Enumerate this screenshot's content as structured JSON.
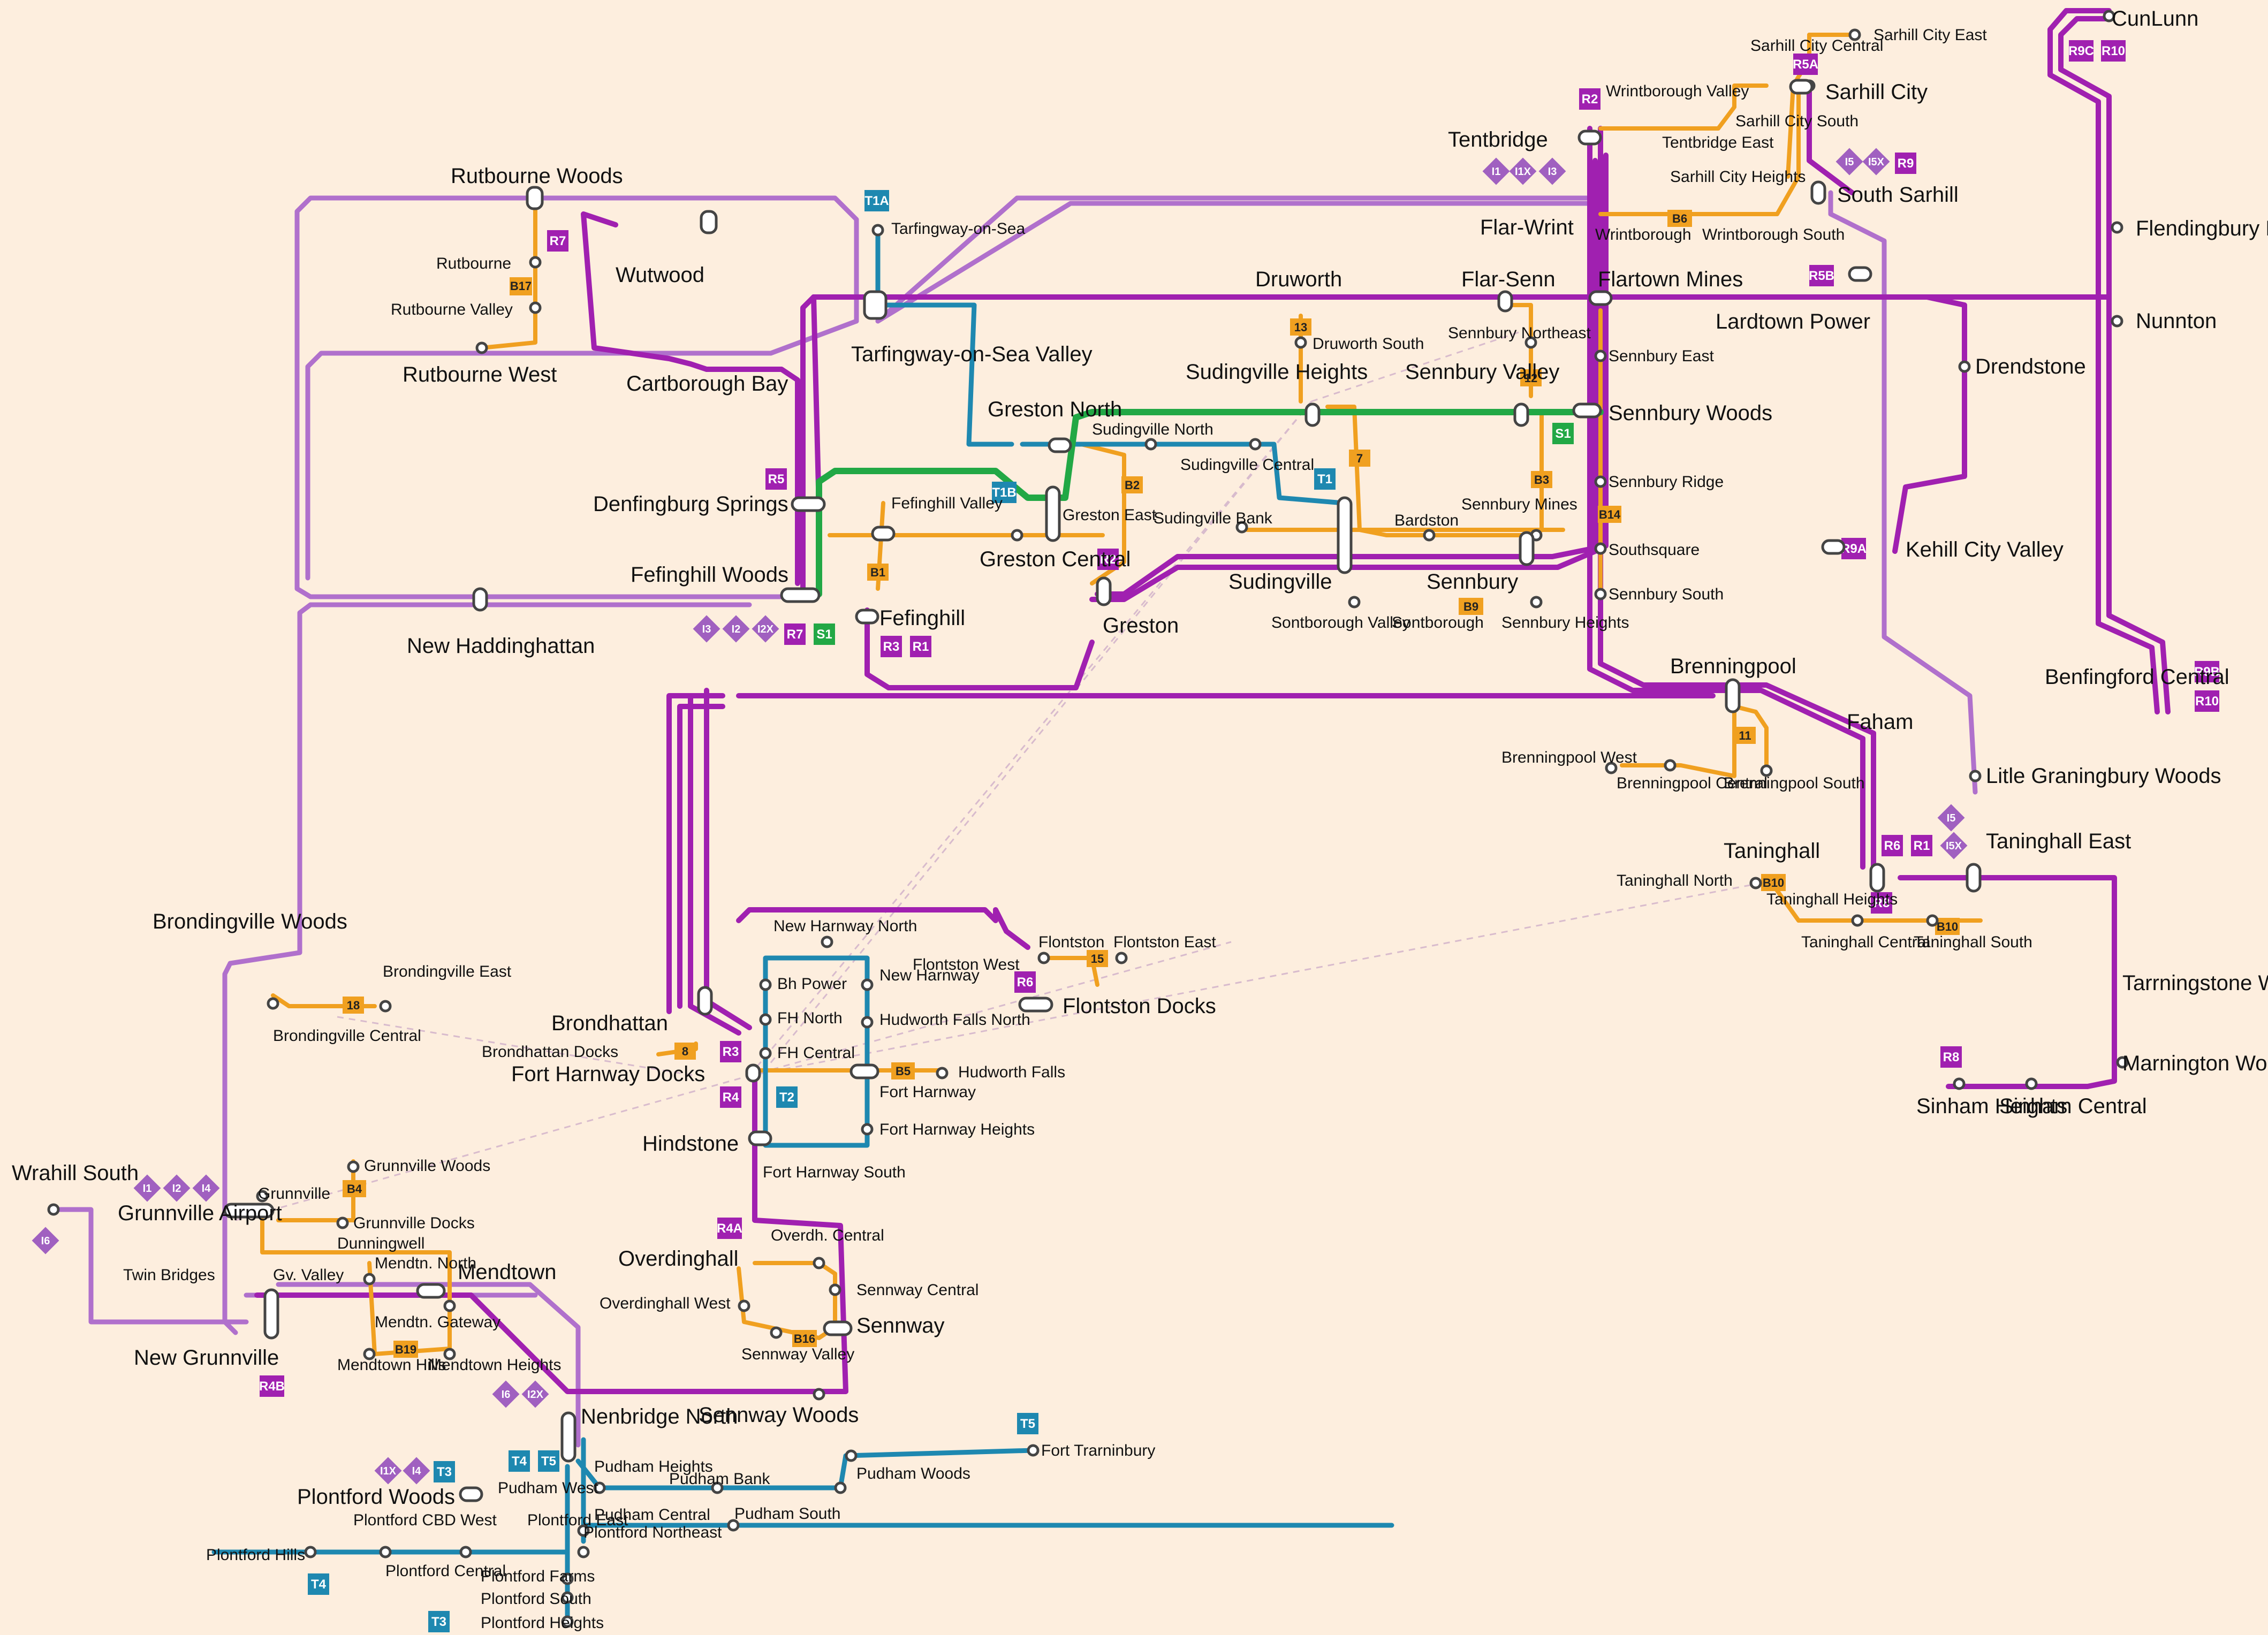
{
  "colors": {
    "background": "#fdeede",
    "regional": "#a020b0",
    "regional_light": "#c070d0",
    "bus": "#f0a020",
    "tram": "#1e88b0",
    "suburban": "#22a845",
    "intercity": "#a060c0"
  },
  "stations_major": [
    "CunLunn",
    "Sarhill City",
    "South Sarhill",
    "Flendingbury North",
    "Nunnton",
    "Drendstone",
    "Kehill City Valley",
    "Benfingford Central",
    "Litle Graningbury Woods",
    "Taninghall East",
    "Tarrningstone Woods",
    "Marnington Woods",
    "Sinham Heights",
    "Sinham Central",
    "Faham",
    "Brenningpool",
    "Taninghall",
    "Flartown Mines",
    "Lardtown Power",
    "Sennbury Woods",
    "Flar-Senn",
    "Flar-Wrint",
    "Tentbridge",
    "Sennbury Valley",
    "Sennbury",
    "Sudingville",
    "Sudingville Heights",
    "Druworth",
    "Greston North",
    "Greston Central",
    "Greston",
    "Tarfingway-on-Sea Valley",
    "Cartborough Bay",
    "Wutwood",
    "Rutbourne Woods",
    "Rutbourne West",
    "Denfingburg Springs",
    "Fefinghill Woods",
    "Fefinghill",
    "New Haddinghattan",
    "Brondingville Woods",
    "Brondhattan",
    "Fort Harnway Docks",
    "Hindstone",
    "Flontston Docks",
    "Overdinghall",
    "Sennway",
    "Sennway Woods",
    "Mendtown",
    "New Grunnville",
    "Grunnville Airport",
    "Wrahill South",
    "Nenbridge North",
    "Plontford Woods"
  ],
  "stations_minor": [
    "Sarhill City East",
    "Sarhill City Central",
    "Wrintborough Valley",
    "Sarhill City South",
    "Tentbridge East",
    "Sarhill City Heights",
    "Wrintborough",
    "Wrintborough South",
    "Tarfingway-on-Sea",
    "Rutbourne",
    "Rutbourne Valley",
    "Druworth South",
    "Sennbury Northeast",
    "Sennbury East",
    "Sennbury Ridge",
    "Southsquare",
    "Sennbury South",
    "Sudingville North",
    "Sudingville Central",
    "Sudingville Bank",
    "Bardston",
    "Sennbury Mines",
    "Greston East",
    "Fefinghill Valley",
    "Sontborough Valley",
    "Sontborough",
    "Sennbury Heights",
    "Brenningpool West",
    "Brenningpool Central",
    "Brenningpool South",
    "Taninghall North",
    "Taninghall Heights",
    "Taninghall Central",
    "Taninghall South",
    "Flontston",
    "Flontston East",
    "Flontston West",
    "New Harnway North",
    "Bh Power",
    "FH North",
    "FH Central",
    "New Harnway",
    "Hudworth Falls North",
    "Fort Harnway",
    "Fort Harnway Heights",
    "Fort Harnway South",
    "Hudworth Falls",
    "Brondhattan Docks",
    "Brondingville East",
    "Brondingville Central",
    "Grunnville Woods",
    "Grunnville",
    "Grunnville Docks",
    "Dunningwell",
    "Twin Bridges",
    "Gv. Valley",
    "Mendtn. North",
    "Mendtn. Gateway",
    "Mendtown Hills",
    "Mendtown Heights",
    "Overdh. Central",
    "Overdinghall West",
    "Sennway Central",
    "Sennway Valley",
    "Pudham West",
    "Plontford East",
    "Plontford CBD West",
    "Plontford Hills",
    "Plontford Central",
    "Plontford Farms",
    "Plontford South",
    "Plontford Heights",
    "Pudham Heights",
    "Pudham Bank",
    "Pudham Central",
    "Plontford Northeast",
    "Pudham South",
    "Pudham Woods",
    "Fort Trarninbury"
  ],
  "badges": [
    "R2",
    "R5A",
    "R9C",
    "R10",
    "I5",
    "I5X",
    "R9",
    "R5B",
    "R9A",
    "R9B",
    "R10",
    "T1A",
    "R7",
    "B17",
    "13",
    "12",
    "S1",
    "7",
    "B3",
    "B14",
    "T1",
    "T1B",
    "B2",
    "R2",
    "R5",
    "B1",
    "I1",
    "I1X",
    "I3",
    "I2",
    "I2X",
    "R7",
    "S1",
    "R3",
    "R1",
    "11",
    "B10",
    "R6",
    "R1",
    "I5X",
    "R8",
    "B10",
    "R8",
    "B6",
    "R6",
    "15",
    "18",
    "8",
    "R3",
    "R4",
    "B5",
    "T2",
    "I1",
    "I2",
    "I4",
    "B4",
    "I6",
    "B19",
    "R4A",
    "B16",
    "R4B",
    "I6",
    "I2X",
    "I1X",
    "I4",
    "T3",
    "T4",
    "T5",
    "T5",
    "T4",
    "T3",
    "B9"
  ]
}
